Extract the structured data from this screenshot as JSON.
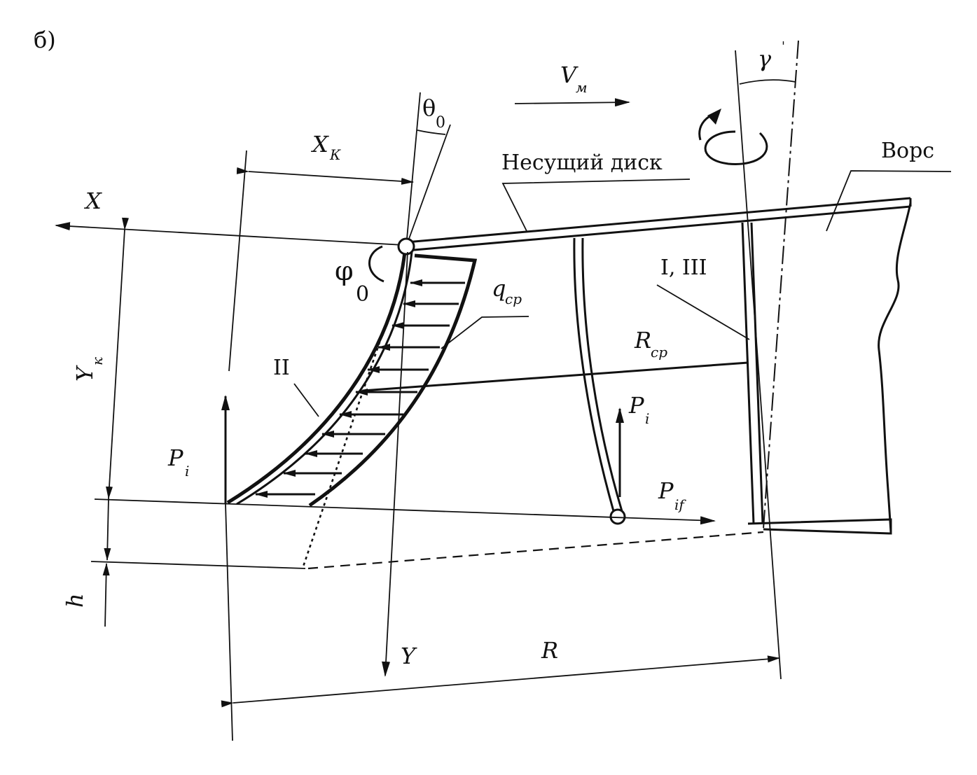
{
  "figure_label": "б)",
  "labels": {
    "v_m": {
      "main": "V",
      "sub": "м"
    },
    "theta0": {
      "main": "θ",
      "sub": "0"
    },
    "gamma": "γ",
    "x_k": {
      "main": "X",
      "sub": "К"
    },
    "carrier_disk": "Несущий диск",
    "bristle": "Ворс",
    "x_axis": "X",
    "phi0": {
      "main": "φ",
      "sub": "0"
    },
    "q_cp": {
      "main": "q",
      "sub": "ср"
    },
    "i_iii": "I, III",
    "y_k": {
      "main": "Y",
      "sub": "к"
    },
    "r_cp": {
      "main": "R",
      "sub": "ср"
    },
    "ii": "II",
    "p_i_left": {
      "main": "P",
      "sub": "i"
    },
    "p_i_right": {
      "main": "P",
      "sub": "i"
    },
    "p_if": {
      "main": "P",
      "sub": "if"
    },
    "h": "h",
    "y_axis": "Y",
    "r": "R"
  }
}
